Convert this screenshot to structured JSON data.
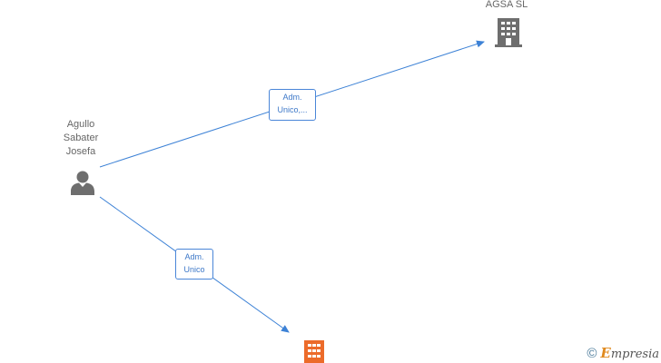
{
  "nodes": {
    "person": {
      "name_lines": [
        "Agullo",
        "Sabater",
        "Josefa"
      ],
      "icon": "person-icon"
    },
    "company_top": {
      "name": "AGSA  SL",
      "icon": "building-icon",
      "color": "#6e6e6e"
    },
    "company_bottom": {
      "name": "",
      "icon": "building-icon",
      "color": "#ec6b2a"
    }
  },
  "edges": [
    {
      "from": "person",
      "to": "company_top",
      "label_lines": [
        "Adm.",
        "Unico,..."
      ]
    },
    {
      "from": "person",
      "to": "company_bottom",
      "label_lines": [
        "Adm.",
        "Unico"
      ]
    }
  ],
  "colors": {
    "edge": "#3d82d6",
    "label_text": "#3d78c8",
    "node_text": "#666666"
  },
  "watermark": {
    "symbol": "©",
    "brand_initial": "E",
    "brand_rest": "mpresia"
  }
}
